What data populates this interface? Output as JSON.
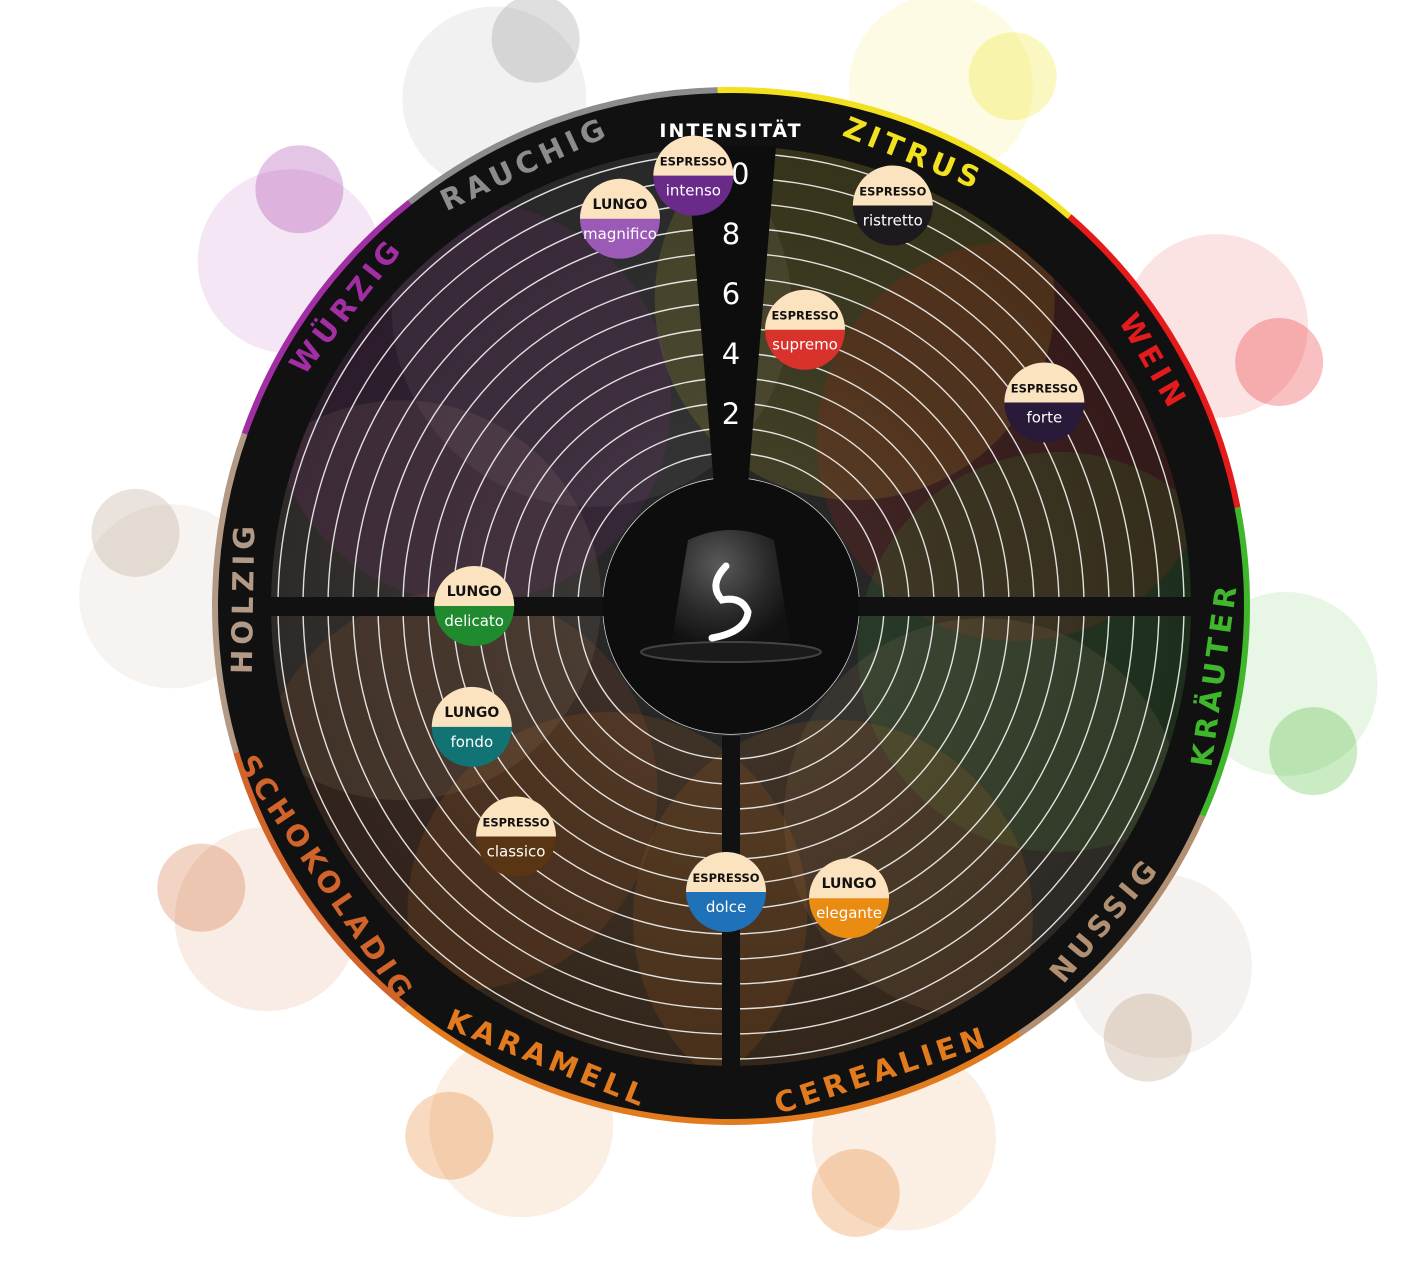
{
  "intensity": {
    "title": "INTENSITÄT",
    "ticks": [
      "10",
      "8",
      "6",
      "4",
      "2"
    ]
  },
  "categories": [
    {
      "key": "rauchig",
      "label": "RAUCHIG",
      "color": "#8c8c8c"
    },
    {
      "key": "zitrus",
      "label": "ZITRUS",
      "color": "#f2e11e"
    },
    {
      "key": "wein",
      "label": "WEIN",
      "color": "#e51b1b"
    },
    {
      "key": "kraeuter",
      "label": "KRÄUTER",
      "color": "#3fb62c"
    },
    {
      "key": "nussig",
      "label": "NUSSIG",
      "color": "#b08f73"
    },
    {
      "key": "cerealien",
      "label": "CEREALIEN",
      "color": "#e27a1e"
    },
    {
      "key": "karamell",
      "label": "KARAMELL",
      "color": "#e27a1e"
    },
    {
      "key": "schokoladig",
      "label": "SCHOKOLADIG",
      "color": "#d0642a"
    },
    {
      "key": "holzig",
      "label": "HOLZIG",
      "color": "#b39a86"
    },
    {
      "key": "wuerzig",
      "label": "WÜRZIG",
      "color": "#a12ea3"
    }
  ],
  "pods": [
    {
      "type": "ESPRESSO",
      "name": "intenso",
      "color": "#6a2a8a",
      "text_color": "#ffffff",
      "intensity": 10,
      "category": "rauchig"
    },
    {
      "type": "LUNGO",
      "name": "magnifico",
      "color": "#9a5ab6",
      "text_color": "#ffffff",
      "intensity": 9,
      "category": "rauchig"
    },
    {
      "type": "ESPRESSO",
      "name": "ristretto",
      "color": "#1c1a1e",
      "text_color": "#ffffff",
      "intensity": 10,
      "category": "zitrus"
    },
    {
      "type": "ESPRESSO",
      "name": "forte",
      "color": "#2a1a3a",
      "text_color": "#ffffff",
      "intensity": 8,
      "category": "wein"
    },
    {
      "type": "ESPRESSO",
      "name": "supremo",
      "color": "#d9312b",
      "text_color": "#ffffff",
      "intensity": 5,
      "category": "zitrus"
    },
    {
      "type": "LUNGO",
      "name": "delicato",
      "color": "#1f8a2e",
      "text_color": "#ffffff",
      "intensity": 4,
      "category": "holzig"
    },
    {
      "type": "LUNGO",
      "name": "fondo",
      "color": "#117374",
      "text_color": "#ffffff",
      "intensity": 5,
      "category": "schokoladig"
    },
    {
      "type": "ESPRESSO",
      "name": "classico",
      "color": "#5a3513",
      "text_color": "#ffffff",
      "intensity": 6,
      "category": "schokoladig"
    },
    {
      "type": "ESPRESSO",
      "name": "dolce",
      "color": "#1f72b8",
      "text_color": "#ffffff",
      "intensity": 5,
      "category": "cerealien"
    },
    {
      "type": "LUNGO",
      "name": "elegante",
      "color": "#eb8c12",
      "text_color": "#ffffff",
      "intensity": 6,
      "category": "nussig"
    }
  ],
  "colors": {
    "ring_dark": "#111111",
    "field_dark": "#262626",
    "pod_cap": "#fbe3c0",
    "grid_line": "#ffffff"
  }
}
